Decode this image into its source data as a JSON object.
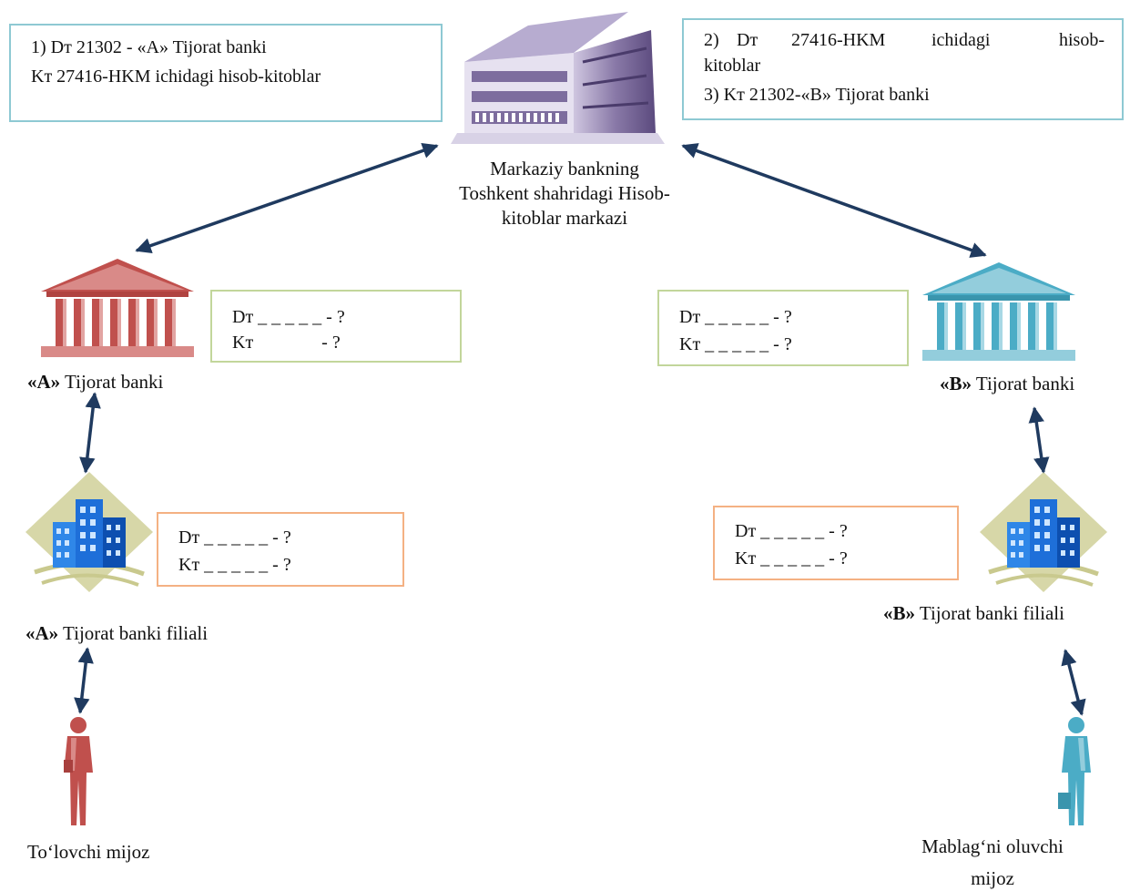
{
  "central": {
    "label_line1": "Markaziy bankning",
    "label_line2": "Toshkent shahridagi Hisob-",
    "label_line3": "kitoblar markazi"
  },
  "box_top_left": {
    "line1": "1)  Dт 21302 - «A» Tijorat banki",
    "line2": "Kт 27416-HKM ichidagi hisob-kitoblar"
  },
  "box_top_right": {
    "line1_num": "2)",
    "line1_dt": "Dт",
    "line1_acc": "27416-HKM",
    "line1_w1": "ichidagi",
    "line1_w2": "hisob-",
    "line2": "kitoblar",
    "line3": "3)   Kт 21302-«B» Tijorat banki"
  },
  "bank_a": {
    "quote": "«A»",
    "name": " Tijorat banki",
    "dt_line": "Dт _ _ _ _ _ - ?",
    "kt_line": "Kт               - ?"
  },
  "bank_b": {
    "quote": "«B»",
    "name": " Tijorat banki",
    "dt_line": "Dт _ _ _ _ _ - ?",
    "kt_line": "Kт _ _ _ _ _ - ?"
  },
  "branch_a": {
    "quote": "«A»",
    "name": " Tijorat banki filiali",
    "dt_line": "Dт _ _ _ _ _ - ?",
    "kt_line": "Kт _ _ _ _ _ - ?"
  },
  "branch_b": {
    "quote": "«B»",
    "name": " Tijorat banki filiali",
    "dt_line": "Dт _ _ _ _ _ - ?",
    "kt_line": "Kт _ _ _ _ _ - ?"
  },
  "client_a": {
    "label": "To‘lovchi mijoz"
  },
  "client_b": {
    "label_line1": "Mablag‘ni oluvchi",
    "label_line2": "mijoz"
  },
  "colors": {
    "arrow": "#1f3a5f",
    "box_blue": "#8ec9d3",
    "box_green": "#c2d69b",
    "box_orange": "#f4b183",
    "central_building": "#8a7aa8",
    "bank_a": "#c0504d",
    "bank_b": "#4bacc6",
    "branch_bg": "#d7d7a8",
    "branch_building": "#1e6fd9",
    "person_a": "#c0504d",
    "person_b": "#4bacc6"
  },
  "icons": [
    "central-bank-building-icon",
    "bank-a-temple-icon",
    "bank-b-temple-icon",
    "branch-a-office-icon",
    "branch-b-office-icon",
    "payer-person-icon",
    "receiver-person-icon"
  ]
}
